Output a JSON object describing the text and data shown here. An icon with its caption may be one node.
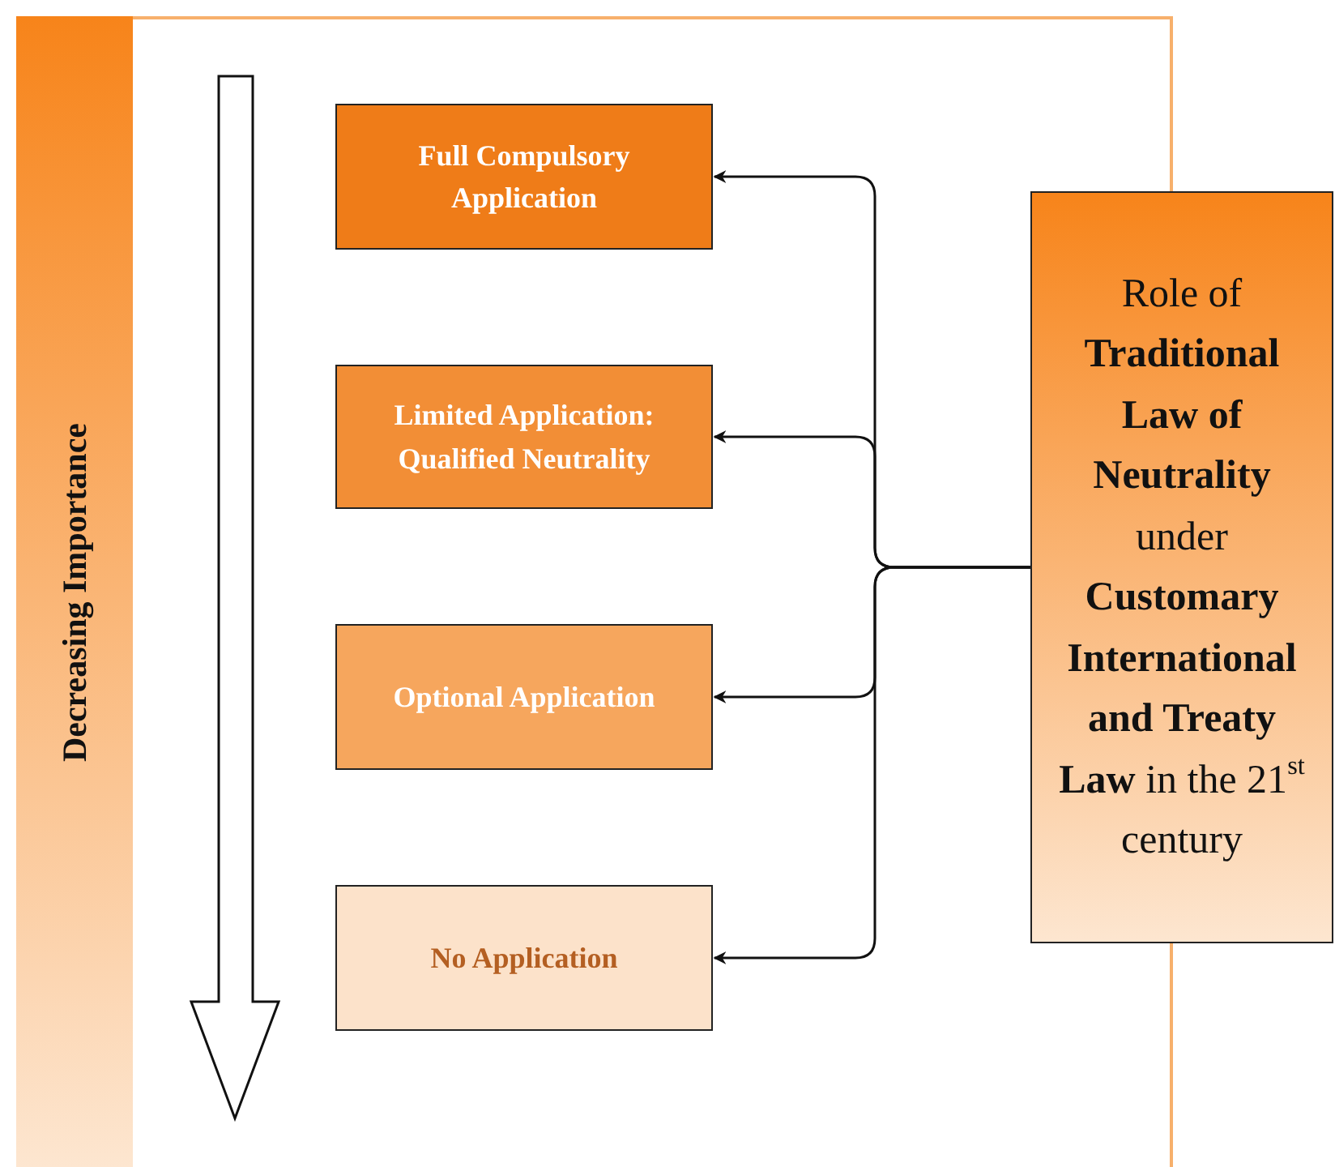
{
  "diagram": {
    "nodes": [
      {
        "text": [
          "Decreasing Importance"
        ]
      },
      {
        "text": [
          "Full Compulsory Application"
        ]
      },
      {
        "text": [
          "Limited Application: Qualified Neutrality"
        ]
      },
      {
        "text": [
          "Optional Application"
        ]
      },
      {
        "text": [
          "No Application"
        ]
      },
      {
        "text": [
          "Role of **Traditional Law of Neutrality** under **Customary International and Treaty Law** in the 21$^{st}$ century"
        ]
      }
    ],
    "edges": [
      {
        "from": 5,
        "to": 1,
        "arrow": "to"
      },
      {
        "from": 5,
        "to": 2,
        "arrow": "to"
      },
      {
        "from": 5,
        "to": 3,
        "arrow": "to"
      },
      {
        "from": 5,
        "to": 4,
        "arrow": "to"
      }
    ]
  }
}
